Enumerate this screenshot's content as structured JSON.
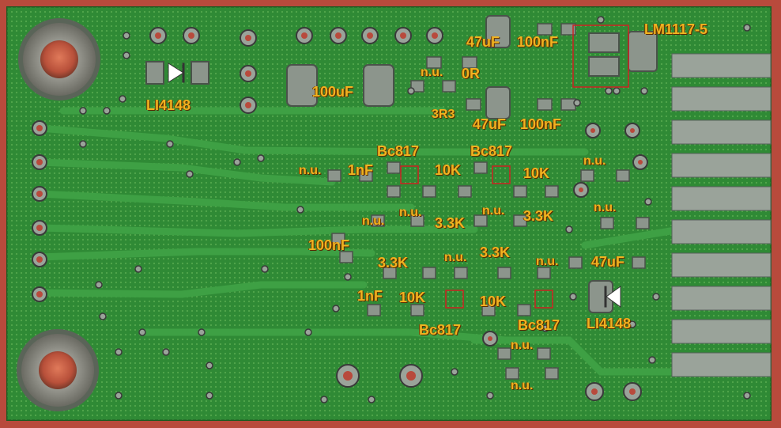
{
  "board_labels": {
    "d1_part": "LI4148",
    "d2_part": "LI4148",
    "u1_part": "LM1117-5",
    "c_47uf_top": "47uF",
    "c_100nf_top": "100nF",
    "c_100uf": "100uF",
    "r_nu_top": "n.u.",
    "r_0r": "0R",
    "r_3r3": "3R3",
    "c_47uf_mid": "47uF",
    "c_100nf_mid": "100nF",
    "q1_part": "Bc817",
    "q2_part": "Bc817",
    "r_nu_left": "n.u.",
    "c_1nf_top": "1nF",
    "r_10k_a": "10K",
    "r_10k_b": "10K",
    "r_nu_right1": "n.u.",
    "r_nu_a": "n.u.",
    "r_nu_b": "n.u.",
    "r_3k3_a": "3.3K",
    "r_nu_c": "n.u.",
    "r_3k3_b": "3.3K",
    "r_nu_right2": "n.u.",
    "c_100nf_left": "100nF",
    "r_3k3_c": "3.3K",
    "r_nu_d": "n.u.",
    "r_3k3_d": "3.3K",
    "r_nu_e": "n.u.",
    "c_47uf_low": "47uF",
    "c_1nf_low": "1nF",
    "r_10k_c": "10K",
    "r_10k_d": "10K",
    "q3_part": "Bc817",
    "q4_part": "Bc817",
    "r_nu_f": "n.u.",
    "r_nu_g": "n.u."
  },
  "colors": {
    "board": "#2f8a35",
    "board_dark": "#1f6a28",
    "trace": "#3ea044",
    "pad": "#9aa39a",
    "label": "#f0b320",
    "marker_outline": "#cc2222"
  }
}
